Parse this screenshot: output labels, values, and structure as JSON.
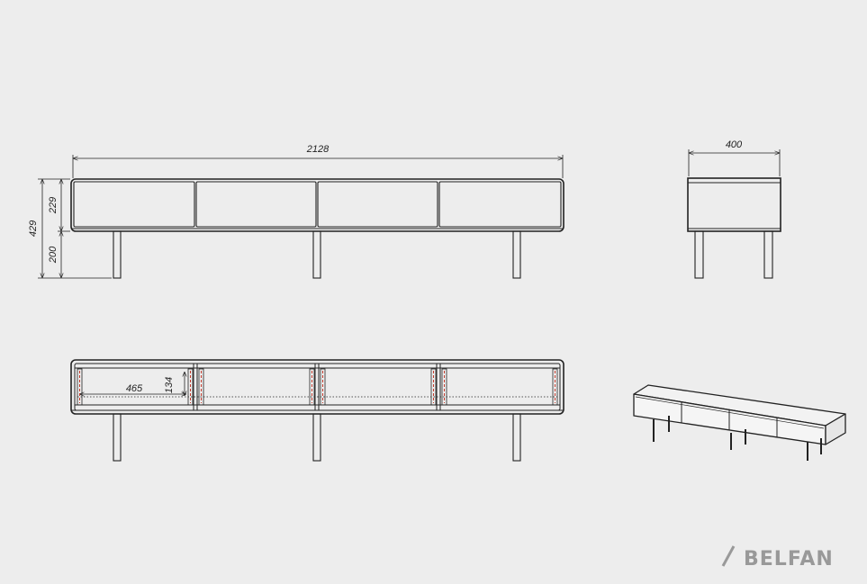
{
  "dimensions": {
    "length": "2128",
    "depth": "400",
    "total_height": "429",
    "body_height": "229",
    "leg_height": "200",
    "inner_width": "465",
    "inner_height": "134"
  },
  "brand": {
    "name": "BELFAN",
    "color": "#999999"
  },
  "colors": {
    "background": "#ededed",
    "line": "#222222",
    "hinge": "#c0392b"
  }
}
